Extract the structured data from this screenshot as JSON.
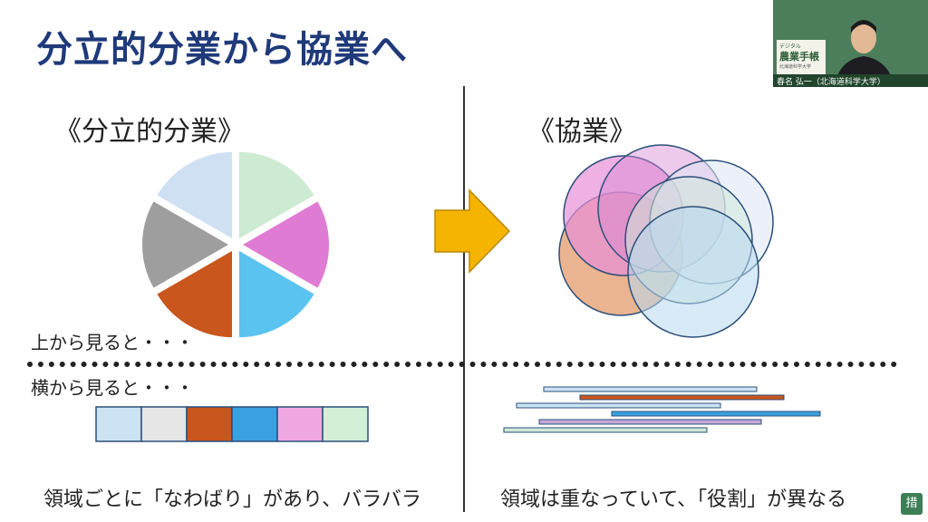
{
  "slide": {
    "title": "分立的分業から協業へ",
    "left_heading": "《分立的分業》",
    "right_heading": "《協業》",
    "top_view_label": "上から見ると・・・",
    "side_view_label": "横から見ると・・・",
    "left_caption": "領域ごとに「なわばり」があり、バラバラ",
    "right_caption": "領域は重なっていて、「役割」が異なる"
  },
  "webcam": {
    "sign_small": "デジタル",
    "sign_title": "農業手帳",
    "sign_sub": "北海道科学大学",
    "speaker_name": "春名 弘一（北海道科学大学）"
  },
  "logo_text": "措",
  "colors": {
    "title": "#1f3a7a",
    "arrow": "#f5b400",
    "segments": [
      "#cfe0f3",
      "#cdebd3",
      "#e07bd3",
      "#5bc3f0",
      "#c9561c",
      "#9e9e9e"
    ],
    "side_blocks": [
      "#cbe3f2",
      "#e6e6e6",
      "#c9561c",
      "#3aa0e0",
      "#f0a8e3",
      "#d3efd6"
    ],
    "circles": [
      "#e6a77c",
      "#e88fd8",
      "#d68ad3",
      "#dde6f4",
      "#cfe8da",
      "#b8d8ef"
    ],
    "bars": [
      "#cbe3f2",
      "#c9561c",
      "#cbe3f2",
      "#3aa0e0",
      "#c5a8d8",
      "#cfe8da"
    ]
  }
}
